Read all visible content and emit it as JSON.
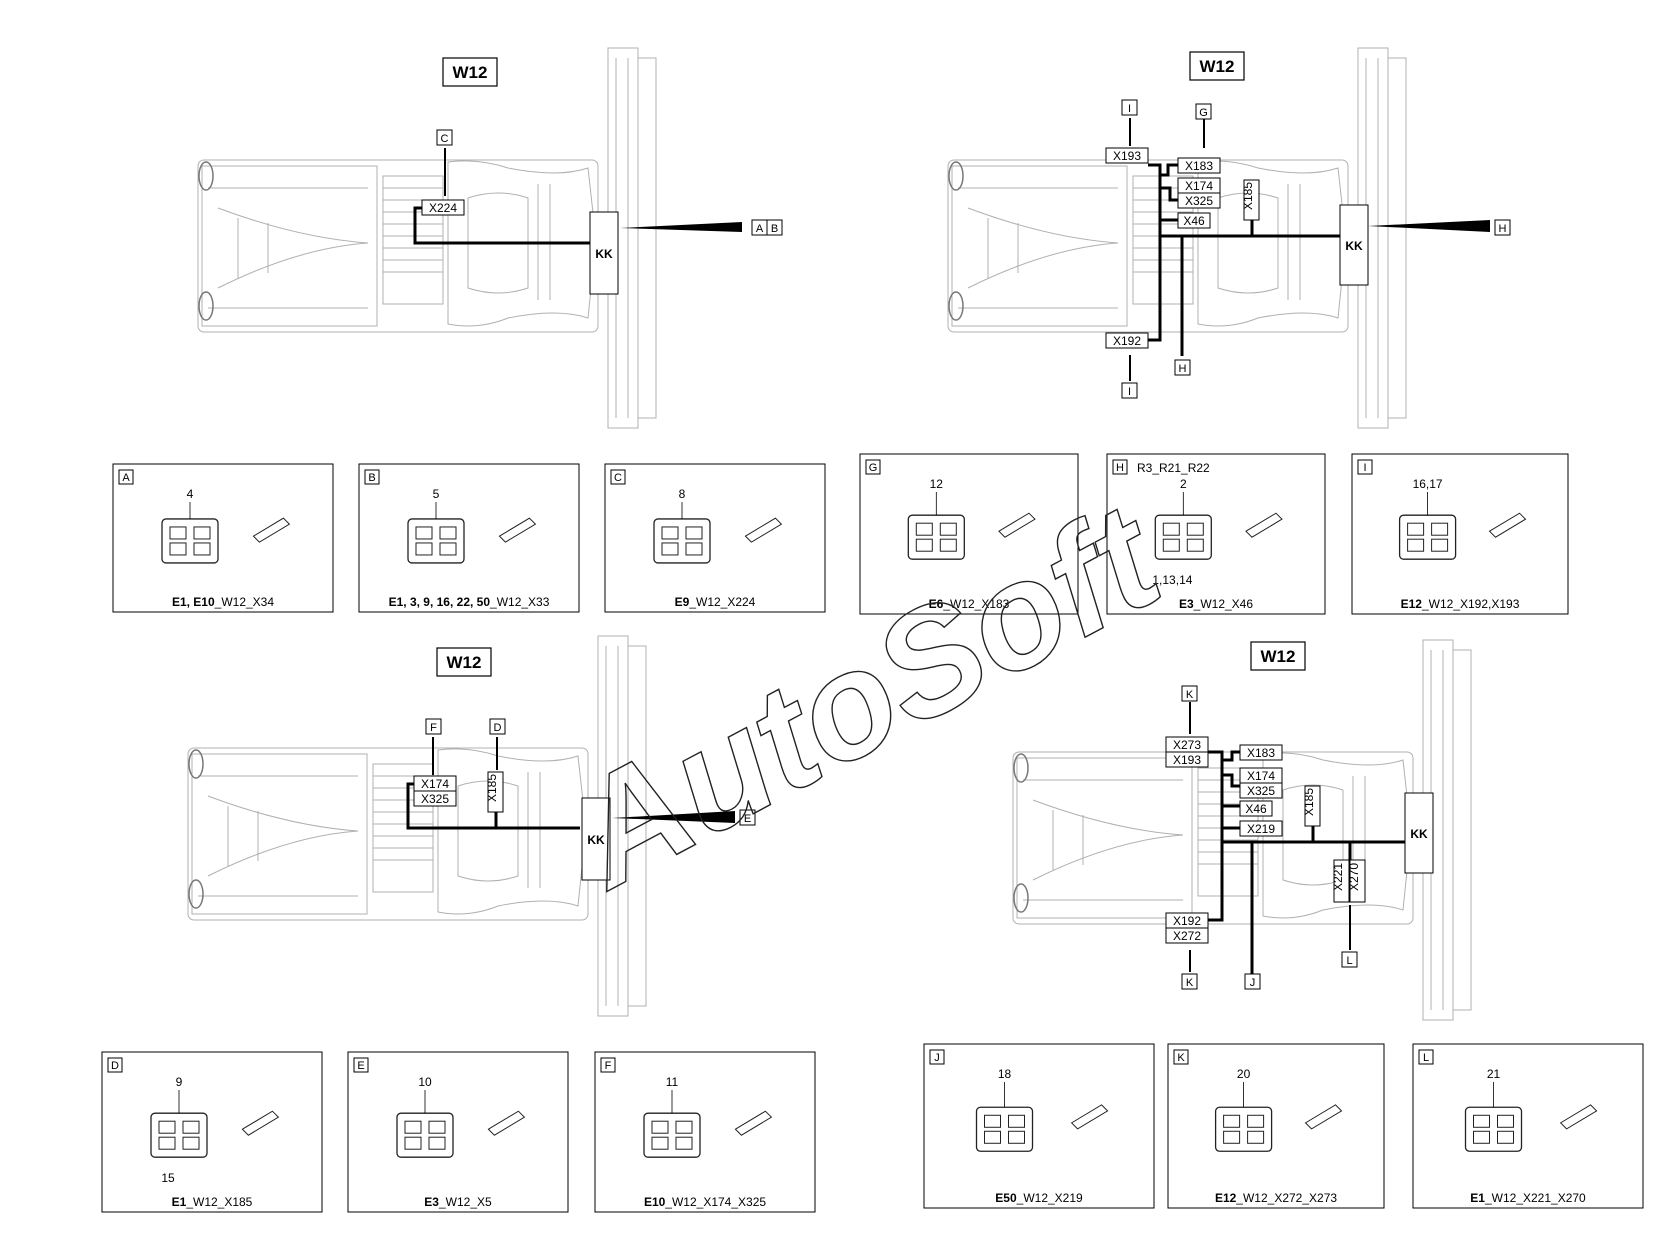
{
  "watermark": "AutoSoft",
  "colors": {
    "line": "#000000",
    "frame": "#b8b8b8",
    "watermark_stroke": "#222222"
  },
  "views": [
    {
      "title": "W12",
      "kk": "KK",
      "connectors": [
        "X224"
      ],
      "callouts": [
        "C",
        "A",
        "B"
      ]
    },
    {
      "title": "W12",
      "kk": "KK",
      "connectors": [
        "X193",
        "X183",
        "X174",
        "X325",
        "X46",
        "X185",
        "X192"
      ],
      "callouts": [
        "I",
        "G",
        "H",
        "H",
        "I"
      ]
    },
    {
      "title": "W12",
      "kk": "KK",
      "connectors": [
        "X174",
        "X325",
        "X185"
      ],
      "callouts": [
        "F",
        "D",
        "E"
      ]
    },
    {
      "title": "W12",
      "kk": "KK",
      "connectors": [
        "X273",
        "X193",
        "X183",
        "X174",
        "X325",
        "X46",
        "X219",
        "X185",
        "X221",
        "X270",
        "X192",
        "X272"
      ],
      "callouts": [
        "K",
        "K",
        "J",
        "L"
      ]
    }
  ],
  "details": [
    {
      "letter": "A",
      "item": "4",
      "caption_bold": "E1, E10",
      "caption": "_W12_X34"
    },
    {
      "letter": "B",
      "item": "5",
      "caption_bold": "E1, 3, 9, 16, 22, 50",
      "caption": "_W12_X33"
    },
    {
      "letter": "C",
      "item": "8",
      "caption_bold": "E9",
      "caption": "_W12_X224"
    },
    {
      "letter": "G",
      "item": "12",
      "caption_bold": "E6",
      "caption": "_W12_X183"
    },
    {
      "letter": "H",
      "item": "2",
      "item2": "1,13,14",
      "header": "R3_R21_R22",
      "caption_bold": "E3",
      "caption": "_W12_X46"
    },
    {
      "letter": "I",
      "item": "16,17",
      "caption_bold": "E12",
      "caption": "_W12_X192,X193"
    },
    {
      "letter": "D",
      "item": "9",
      "item2": "15",
      "caption_bold": "E1",
      "caption": "_W12_X185"
    },
    {
      "letter": "E",
      "item": "10",
      "caption_bold": "E3",
      "caption": "_W12_X5"
    },
    {
      "letter": "F",
      "item": "11",
      "caption_bold": "E10",
      "caption": "_W12_X174_X325"
    },
    {
      "letter": "J",
      "item": "18",
      "caption_bold": "E50",
      "caption": "_W12_X219"
    },
    {
      "letter": "K",
      "item": "20",
      "caption_bold": "E12",
      "caption": "_W12_X272_X273"
    },
    {
      "letter": "L",
      "item": "21",
      "caption_bold": "E1",
      "caption": "_W12_X221_X270"
    }
  ]
}
